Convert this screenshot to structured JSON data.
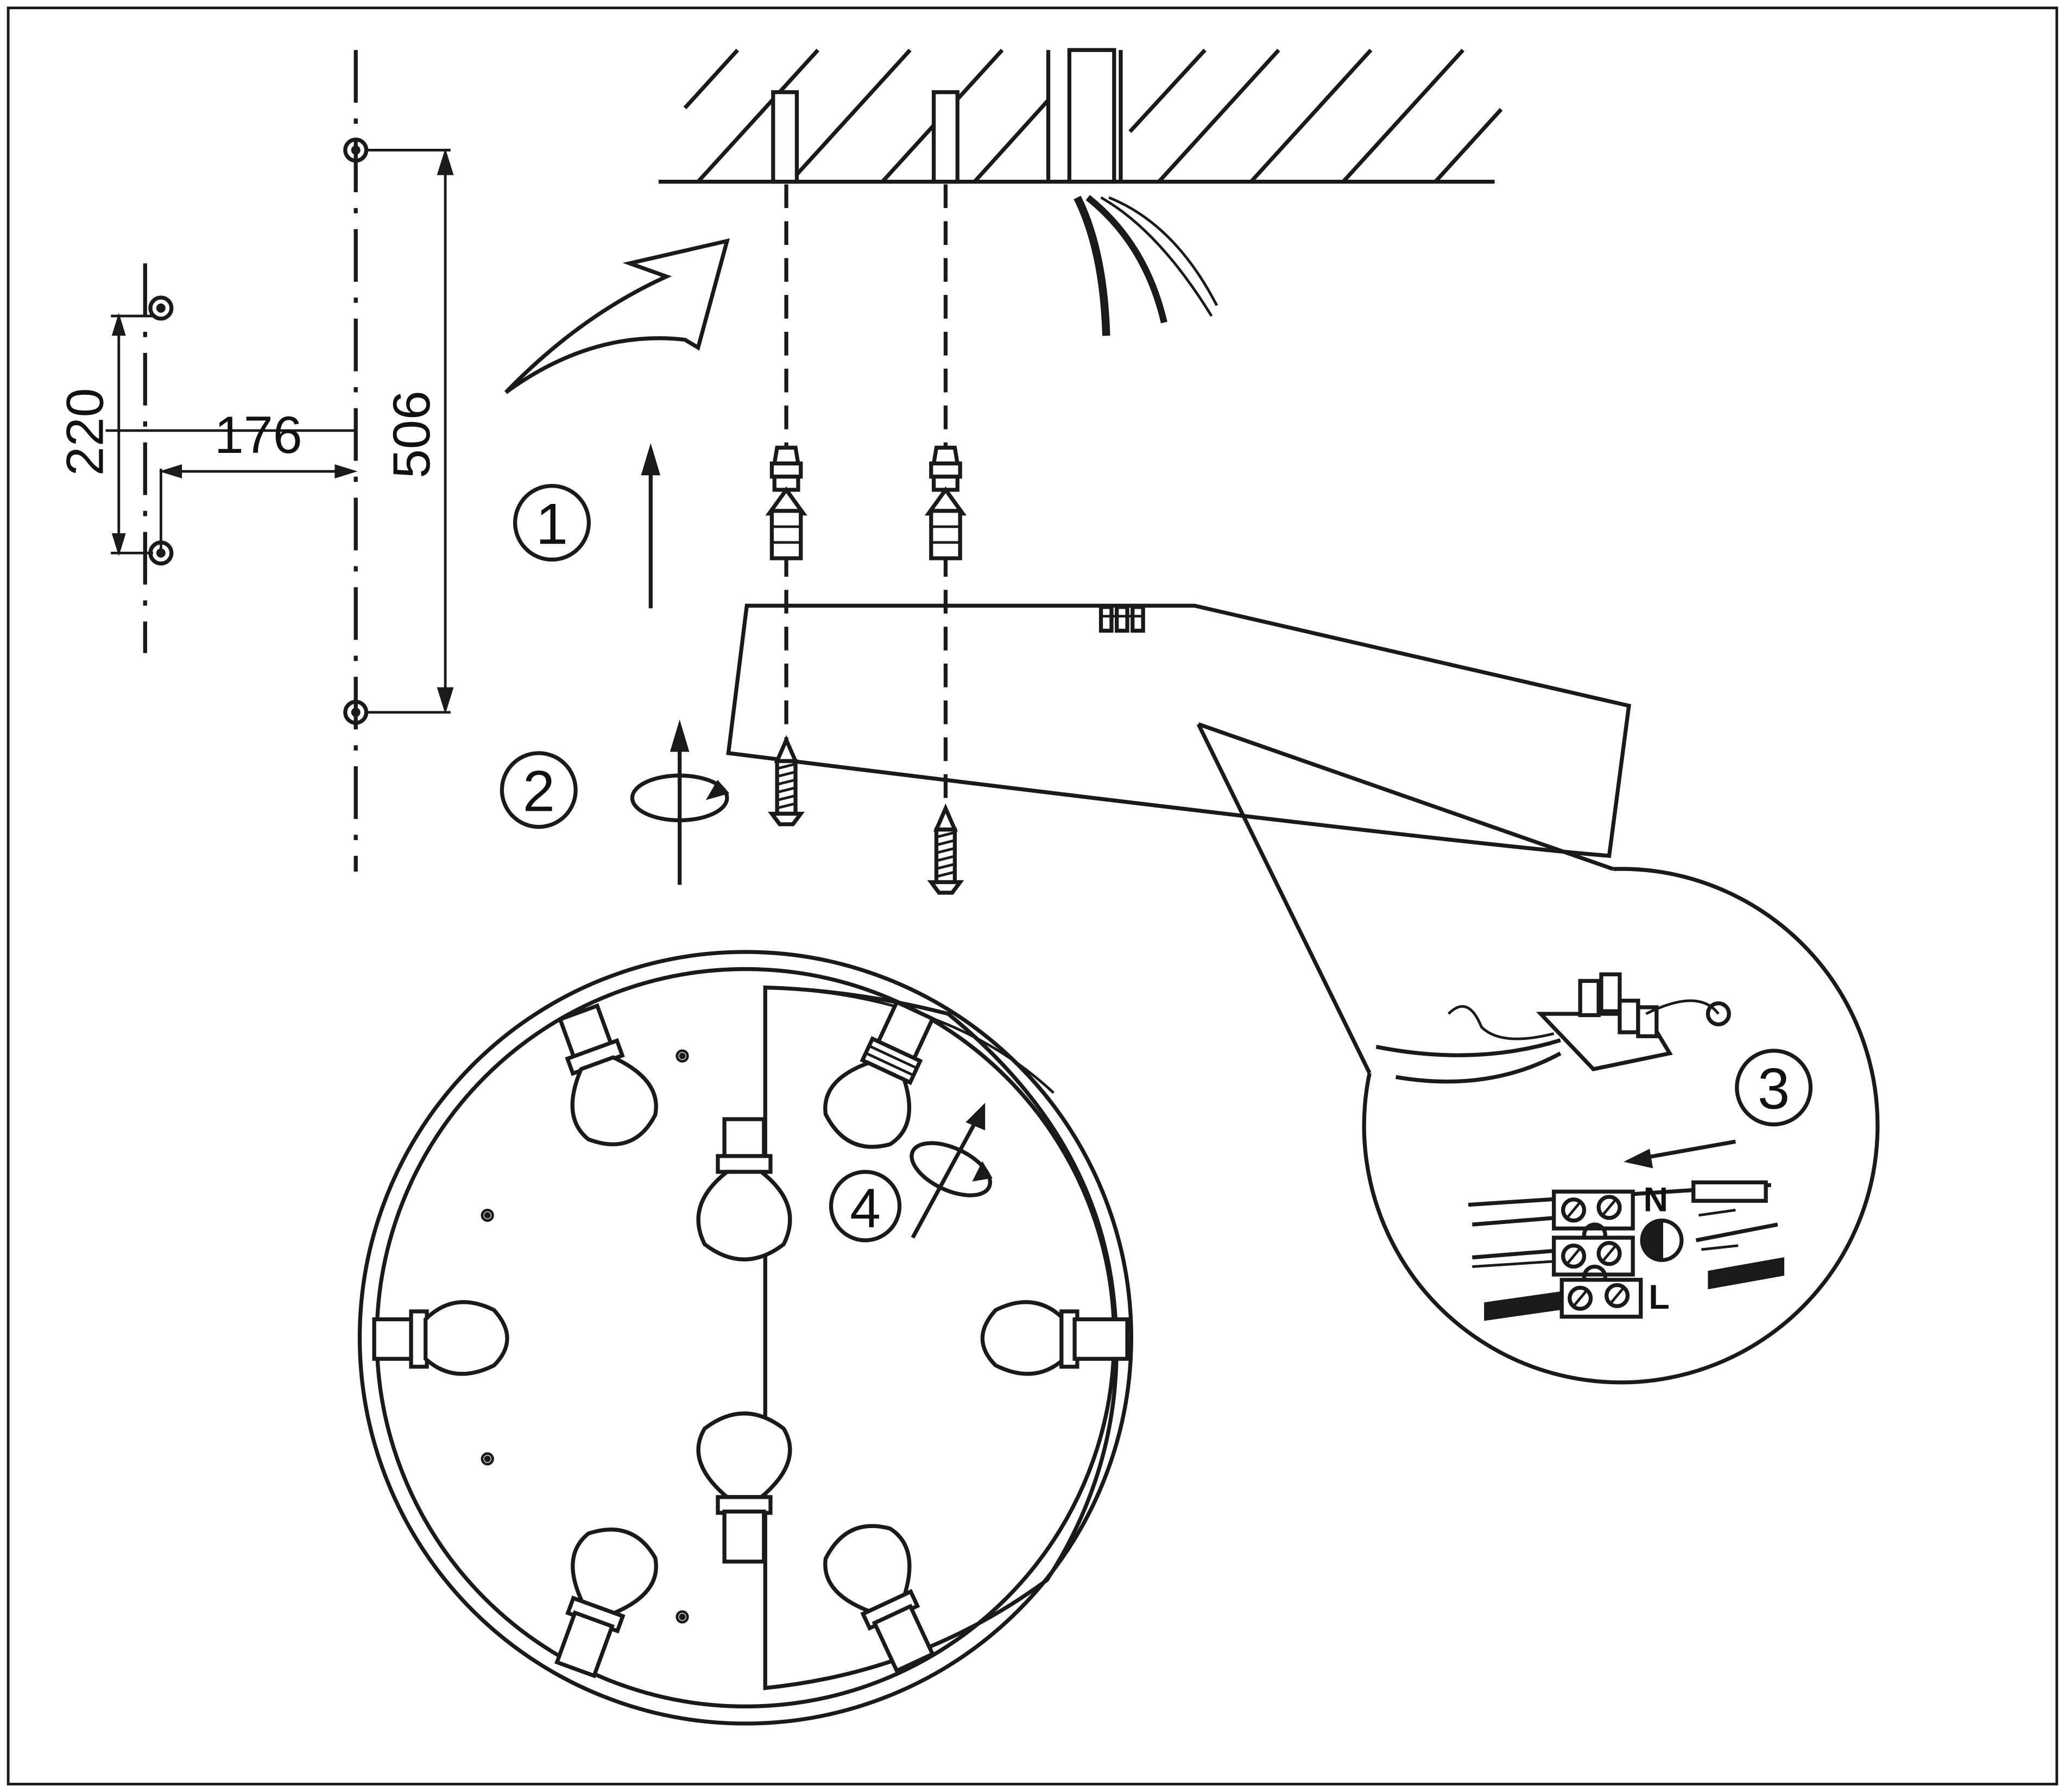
{
  "dimensions": {
    "spacing_vertical_small": "220",
    "spacing_horizontal": "176",
    "spacing_vertical_large": "506"
  },
  "steps": [
    {
      "number": "1"
    },
    {
      "number": "2"
    },
    {
      "number": "3"
    },
    {
      "number": "4"
    }
  ],
  "terminals": {
    "neutral": "N",
    "live": "L"
  }
}
